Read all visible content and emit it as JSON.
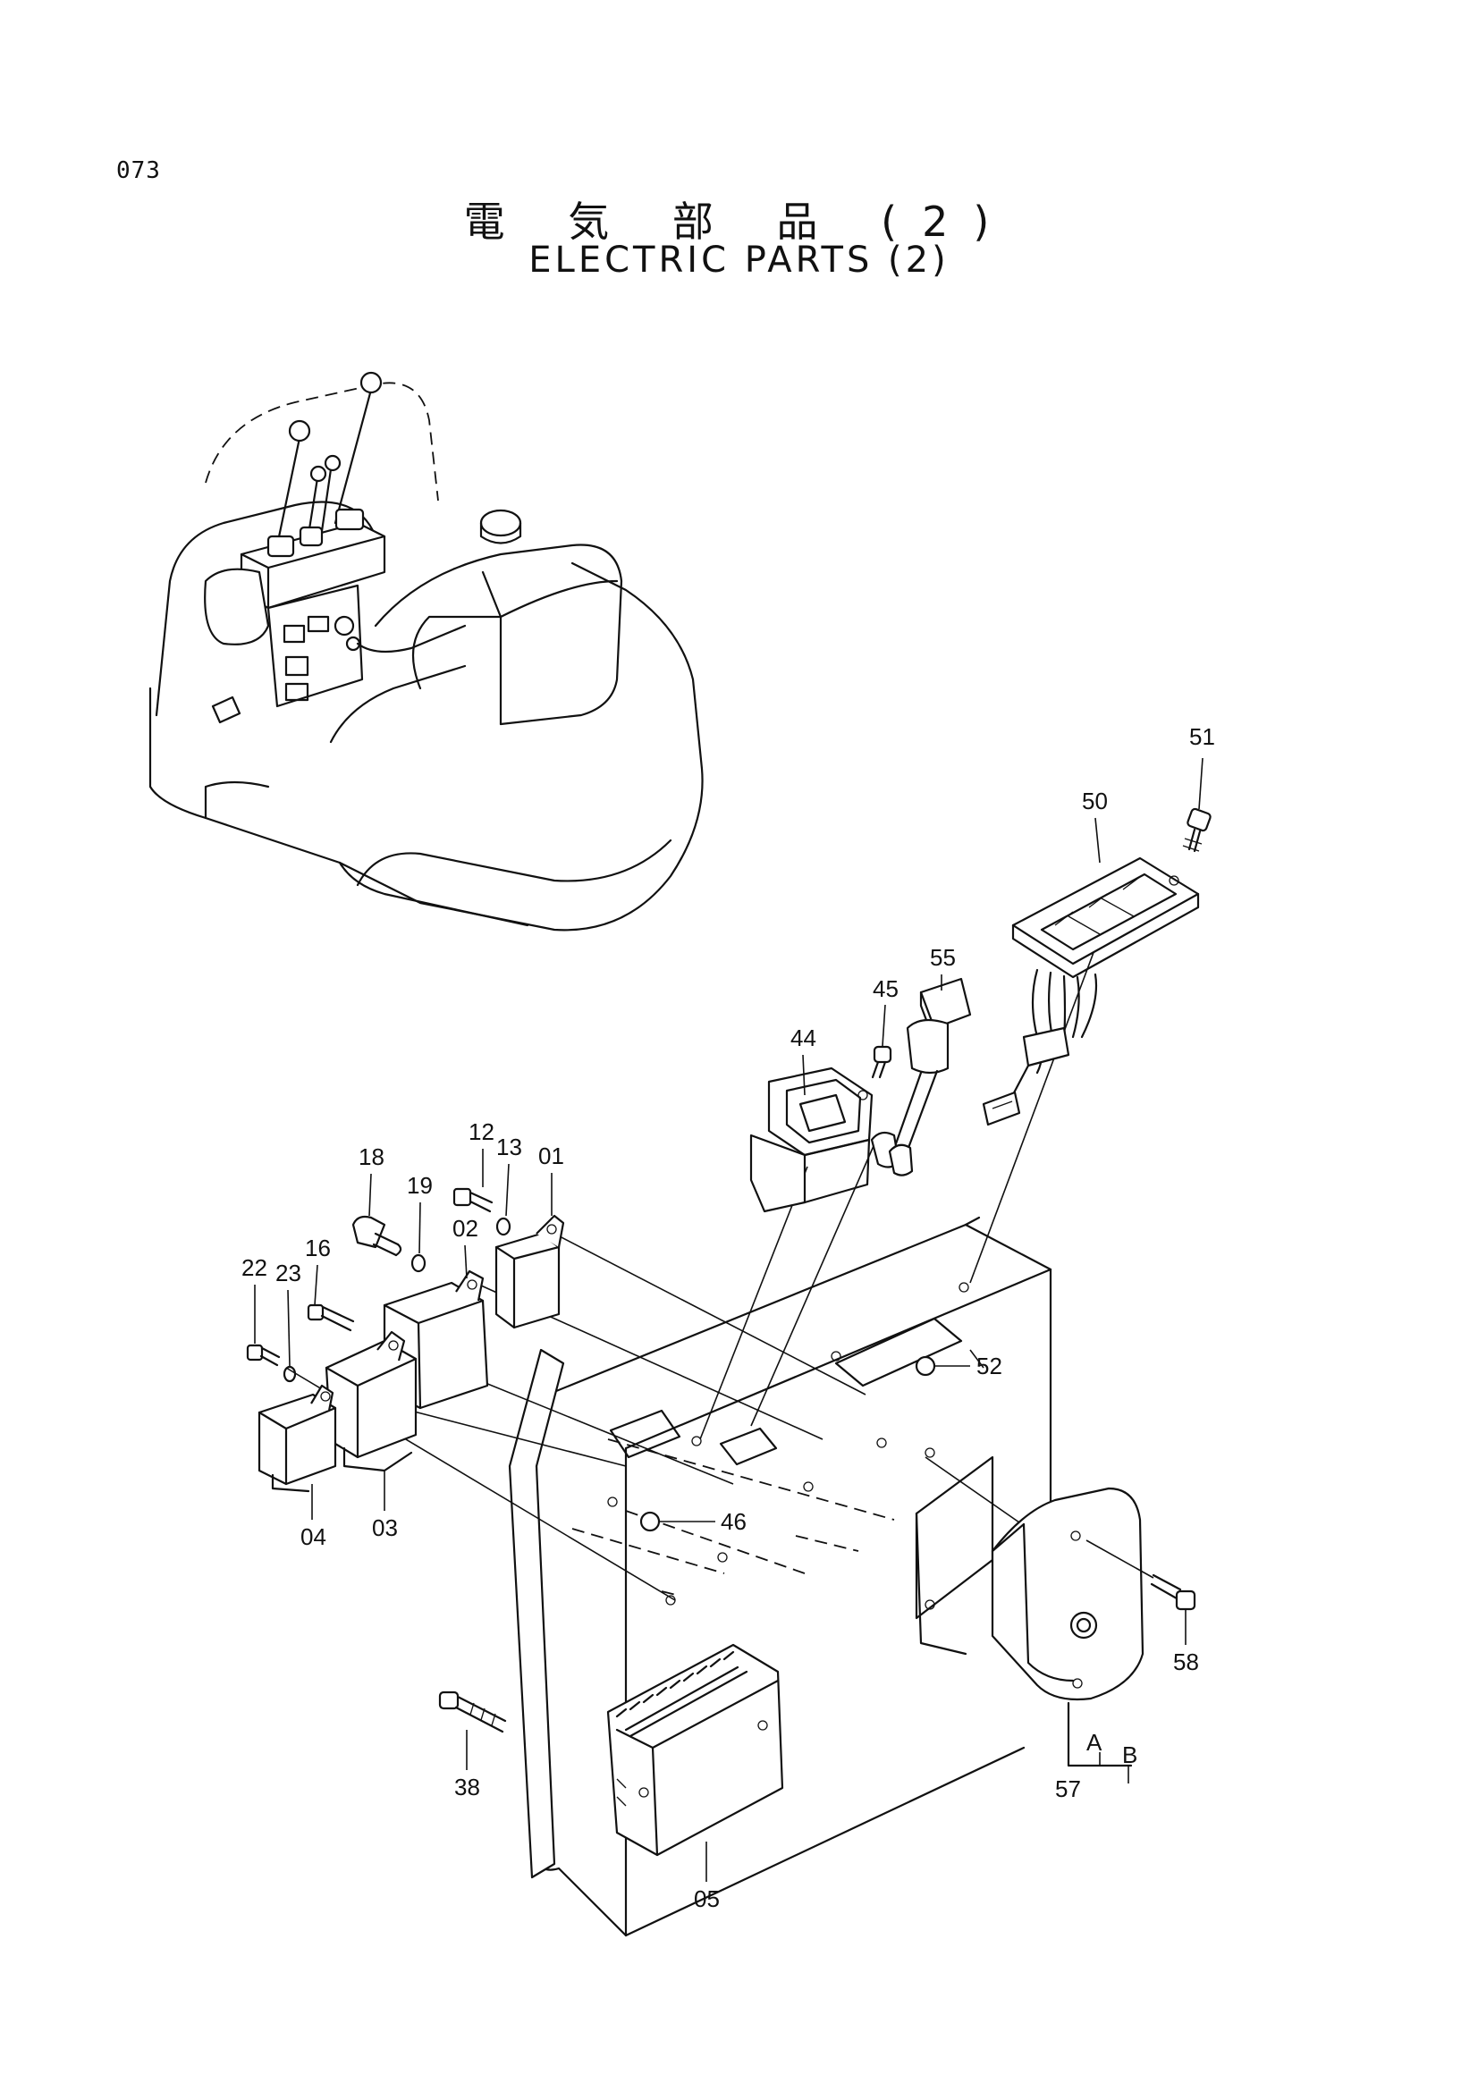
{
  "page": {
    "number": "073"
  },
  "title": {
    "japanese": "電 気 部 品 (2)",
    "english": "ELECTRIC PARTS (2)"
  },
  "callouts": [
    {
      "id": "51",
      "label": "51"
    },
    {
      "id": "50",
      "label": "50"
    },
    {
      "id": "55",
      "label": "55"
    },
    {
      "id": "45",
      "label": "45"
    },
    {
      "id": "44",
      "label": "44"
    },
    {
      "id": "12",
      "label": "12"
    },
    {
      "id": "13",
      "label": "13"
    },
    {
      "id": "01",
      "label": "01"
    },
    {
      "id": "18",
      "label": "18"
    },
    {
      "id": "19",
      "label": "19"
    },
    {
      "id": "02",
      "label": "02"
    },
    {
      "id": "16",
      "label": "16"
    },
    {
      "id": "22",
      "label": "22"
    },
    {
      "id": "23",
      "label": "23"
    },
    {
      "id": "52",
      "label": "52"
    },
    {
      "id": "46",
      "label": "46"
    },
    {
      "id": "04",
      "label": "04"
    },
    {
      "id": "03",
      "label": "03"
    },
    {
      "id": "58",
      "label": "58"
    },
    {
      "id": "38",
      "label": "38"
    },
    {
      "id": "57",
      "label": "57"
    },
    {
      "id": "05",
      "label": "05"
    }
  ],
  "connector_labels": {
    "a": "A",
    "b": "B"
  }
}
